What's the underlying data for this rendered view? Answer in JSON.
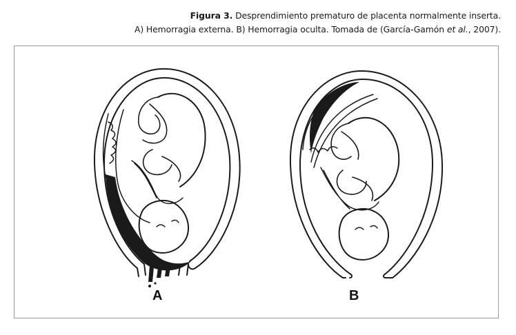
{
  "caption": {
    "figure_label": "Figura 3.",
    "line1_text": "Desprendimiento prematuro de placenta normalmente inserta.",
    "line2_pre": "A) Hemorragia externa. B) Hemorragia oculta. Tomada de (García-Gamón ",
    "line2_etal": "et al.",
    "line2_post": ", 2007)."
  },
  "panels": {
    "a_label": "A",
    "b_label": "B"
  },
  "colors": {
    "ink": "#1a1a1a",
    "frame_border": "#9a9a9a",
    "background": "#ffffff"
  }
}
